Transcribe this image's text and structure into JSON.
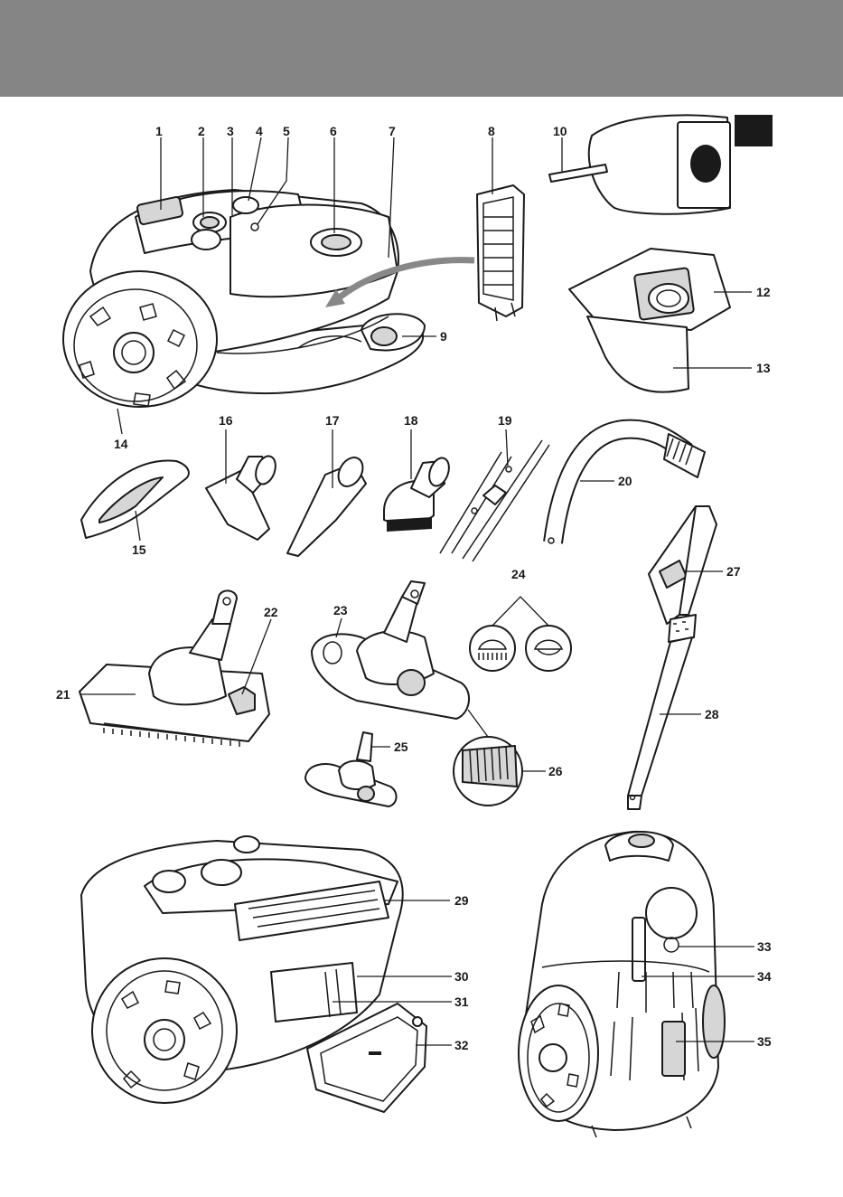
{
  "page": {
    "corner_marker": "",
    "header_color": "#858585",
    "marker_color": "#1a1a1a",
    "arrow_color": "#888888"
  },
  "labels": {
    "l1": "1",
    "l2": "2",
    "l3": "3",
    "l4": "4",
    "l5": "5",
    "l6": "6",
    "l7": "7",
    "l8": "8",
    "l9": "9",
    "l10": "10",
    "l12": "12",
    "l13": "13",
    "l14": "14",
    "l15": "15",
    "l16": "16",
    "l17": "17",
    "l18": "18",
    "l19": "19",
    "l20": "20",
    "l21": "21",
    "l22": "22",
    "l23": "23",
    "l24": "24",
    "l25": "25",
    "l26": "26",
    "l27": "27",
    "l28": "28",
    "l29": "29",
    "l30": "30",
    "l31": "31",
    "l32": "32",
    "l33": "33",
    "l34": "34",
    "l35": "35"
  },
  "icons": {
    "vacuum": "vacuum-cleaner-icon",
    "bag": "dustbag-icon",
    "nozzle": "floor-nozzle-icon",
    "tube": "telescopic-tube-icon"
  }
}
